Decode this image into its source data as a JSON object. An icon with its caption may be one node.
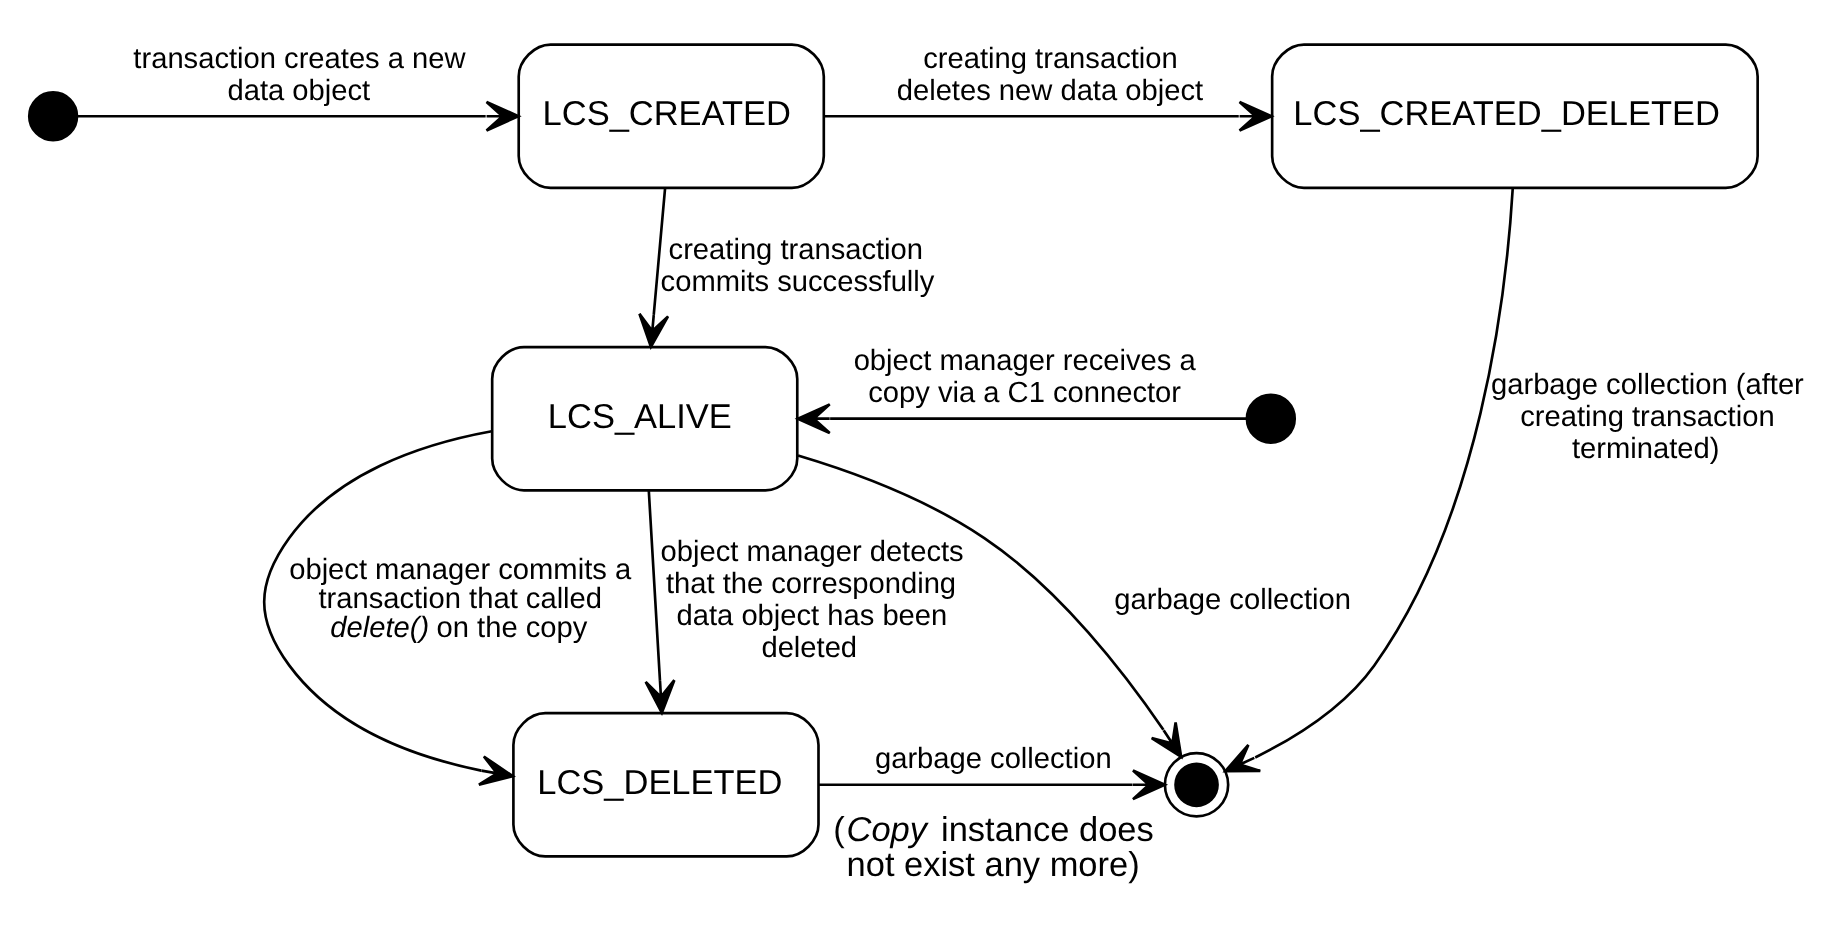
{
  "diagram": {
    "nodes": [
      {
        "text": [],
        "shape": "circle"
      },
      {
        "text": [
          "LCS_CREATED"
        ]
      },
      {
        "text": [
          "LCS_CREATED_DELETED"
        ]
      },
      {
        "text": [],
        "shape": "circle"
      },
      {
        "text": [
          "LCS_ALIVE"
        ]
      },
      {
        "text": [
          "LCS_DELETED"
        ]
      },
      {
        "text": [],
        "shape": "circle",
        "beside": [
          "(*Copy* instance does not exist any more)"
        ]
      }
    ],
    "edges": [
      {
        "from": 0,
        "to": 1,
        "arrow": "to",
        "label": "transaction creates a new data object"
      },
      {
        "from": 1,
        "to": 2,
        "arrow": "to",
        "label": "creating transaction deletes new data object"
      },
      {
        "from": 1,
        "to": 4,
        "arrow": "to",
        "label": "creating transaction commits successfully"
      },
      {
        "from": 3,
        "to": 4,
        "arrow": "to",
        "label": "object manager receives a copy via a C1 connector"
      },
      {
        "from": 4,
        "to": 5,
        "arrow": "to",
        "label": "object manager detects that the corresponding data object has been deleted"
      },
      {
        "from": 4,
        "to": 5,
        "arrow": "to",
        "label": "object manager commits a transaction that called *delete()* on the copy"
      },
      {
        "from": 4,
        "to": 6,
        "arrow": "to",
        "label": "garbage collection"
      },
      {
        "from": 2,
        "to": 6,
        "arrow": "to",
        "label": "garbage collection (after creating transaction terminated)"
      },
      {
        "from": 5,
        "to": 6,
        "arrow": "to",
        "label": "garbage collection"
      }
    ]
  }
}
